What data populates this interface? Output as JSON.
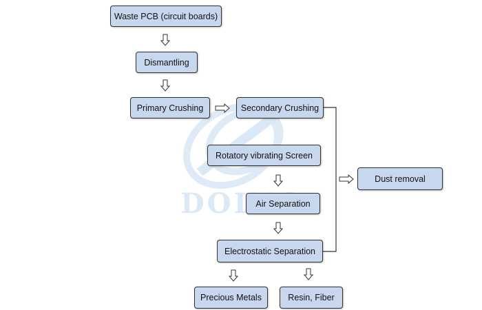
{
  "diagram": {
    "nodes": {
      "waste_pcb": "Waste PCB (circuit boards)",
      "dismantling": "Dismantling",
      "primary_crushing": "Primary Crushing",
      "secondary_crushing": "Secondary Crushing",
      "rotatory_screen": "Rotatory vibrating Screen",
      "air_separation": "Air Separation",
      "electrostatic_separation": "Electrostatic Separation",
      "dust_removal": "Dust removal",
      "precious_metals": "Precious Metals",
      "resin_fiber": "Resin, Fiber"
    }
  },
  "watermark": {
    "text": "DOING",
    "icon": "doing-logo-watermark",
    "color": "#dbe8f6"
  },
  "colors": {
    "box_fill": "#c6d7ee",
    "box_border": "#2f2f2f",
    "connector": "#333333"
  }
}
